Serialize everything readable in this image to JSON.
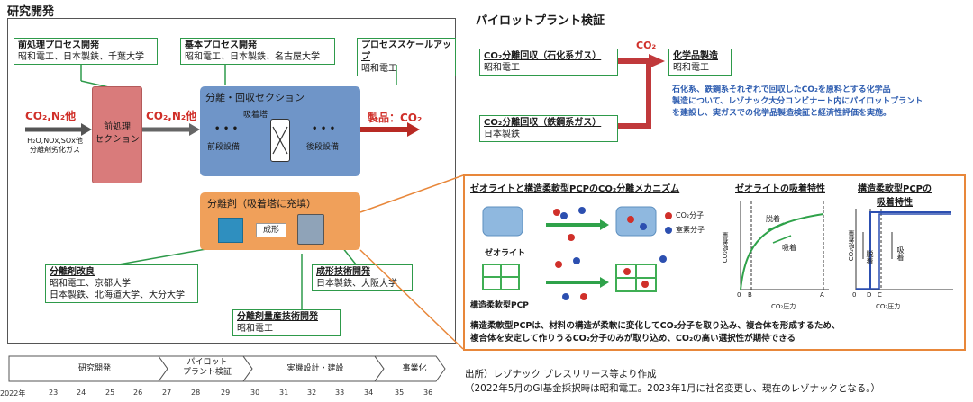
{
  "left": {
    "title": "研究開発",
    "pretreat_dev": {
      "title": "前処理プロセス開発",
      "members": "昭和電工、日本製鉄、千葉大学"
    },
    "basic_dev": {
      "title": "基本プロセス開発",
      "members": "昭和電工、日本製鉄、名古屋大学"
    },
    "scaleup": {
      "title": "プロセススケールアップ",
      "members": "昭和電工"
    },
    "input_co2": "CO₂,N₂他",
    "input_sub1": "H₂O,NOx,SOx他",
    "input_sub2": "分離剤劣化ガス",
    "pretreat_label_1": "前処理",
    "pretreat_label_2": "セクション",
    "mid_co2": "CO₂,N₂他",
    "separation_title": "分離・回収セクション",
    "adsorber": "吸着塔",
    "front_equipment": "前段設備",
    "rear_equipment": "後段設備",
    "dots": "• • •",
    "product": "製品：CO₂",
    "sorbent_title": "分離剤（吸着塔に充填）",
    "forming": "成形",
    "sorbent_improve": {
      "title": "分離剤改良",
      "line1": "昭和電工、京都大学",
      "line2": "日本製鉄、北海道大学、大分大学"
    },
    "forming_dev": {
      "title": "成形技術開発",
      "members": "日本製鉄、大阪大学"
    },
    "mass_dev": {
      "title": "分離剤量産技術開発",
      "members": "昭和電工"
    }
  },
  "right": {
    "title": "パイロットプラント検証",
    "petro": {
      "title": "CO₂分離回収（石化系ガス）",
      "members": "昭和電工"
    },
    "steel": {
      "title": "CO₂分離回収（鉄鋼系ガス）",
      "members": "日本製鉄"
    },
    "co2_tag": "CO₂",
    "chem": {
      "title": "化学品製造",
      "members": "昭和電工"
    },
    "description": [
      "石化系、鉄鋼系それぞれで回収したCO₂を原料とする化学品",
      "製造について、レゾナック大分コンビナート内にパイロットプラント",
      "を建設し、実ガスでの化学品製造検証と経済性評価を実施。"
    ]
  },
  "mechanism": {
    "title": "ゼオライトと構造柔軟型PCPのCO₂分離メカニズム",
    "zeolite_title": "ゼオライトの吸着特性",
    "pcp_title_1": "構造柔軟型PCPの",
    "pcp_title_2": "吸着特性",
    "zeolite_label": "ゼオライト",
    "pcp_label": "構造柔軟型PCP",
    "legend_co2": "CO₂分子",
    "legend_n2": "窒素分子",
    "desorption": "脱着",
    "adsorption": "吸着",
    "y_axis": "CO₂吸着量",
    "x_axis": "CO₂圧力",
    "zeo_ticks": [
      "0",
      "B",
      "A"
    ],
    "pcp_ticks": [
      "0",
      "D",
      "C"
    ],
    "caption": [
      "構造柔軟型PCPは、材料の構造が柔軟に変化してCO₂分子を取り込み、複合体を形成するため、",
      "複合体を安定して作りうるCO₂分子のみが取り込め、CO₂の高い選択性が期待できる"
    ]
  },
  "timeline": {
    "phases": [
      {
        "label": "研究開発"
      },
      {
        "label": "パイロット\nプラント検証"
      },
      {
        "label": "実機設計・建設"
      },
      {
        "label": "事業化"
      }
    ],
    "years": [
      "2022年",
      "23",
      "24",
      "25",
      "26",
      "27",
      "28",
      "29",
      "30",
      "31",
      "32",
      "33",
      "34",
      "35",
      "36"
    ]
  },
  "source": {
    "line1": "出所）レゾナック プレスリリース等より作成",
    "line2": "（2022年5月のGI基金採択時は昭和電工。2023年1月に社名変更し、現在のレゾナックとなる。）"
  },
  "colors": {
    "green_border": "#2e9a4a",
    "pretreat_fill": "#d97b7b",
    "separation_fill": "#6f95c8",
    "sorbent_fill": "#f0a05a",
    "product_red": "#d0302a",
    "co2_red": "#d0302a",
    "n2_blue": "#2c4fb0",
    "orange_frame": "#e8873a"
  }
}
